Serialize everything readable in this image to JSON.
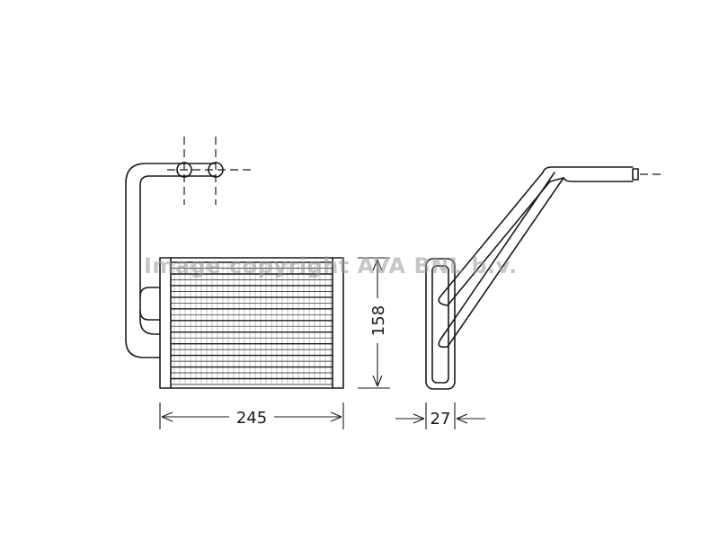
{
  "dimensions": {
    "width_label": "245",
    "height_label": "158",
    "depth_label": "27"
  },
  "watermark": "Image copyright AVA BNL b.v.",
  "fin_count": 22,
  "colors": {
    "line": "#1a1a1a",
    "watermark": "#9a9a9a",
    "background": "#ffffff"
  }
}
